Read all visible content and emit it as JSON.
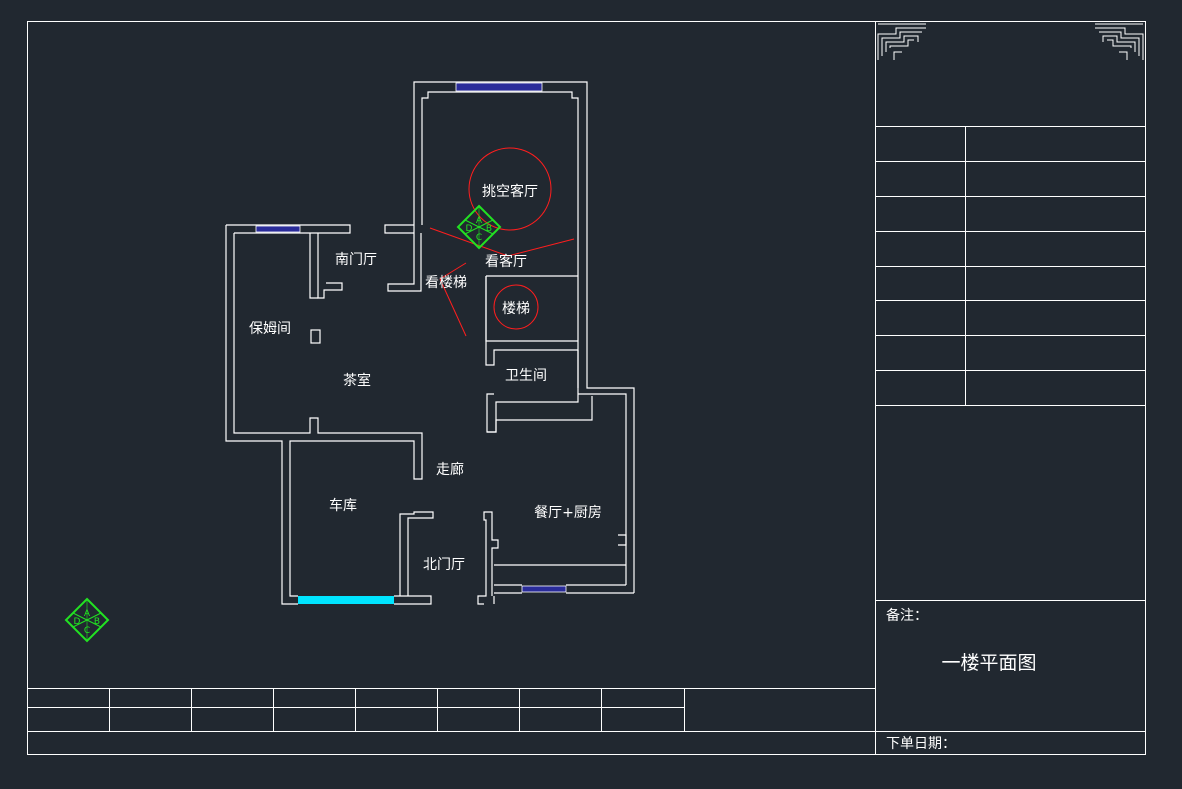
{
  "drawing": {
    "title": "一楼平面图",
    "notes_label": "备注：",
    "order_date_label": "下单日期：",
    "compass": {
      "a": "A",
      "b": "B",
      "c": "C",
      "d": "D"
    }
  },
  "rooms": {
    "living_void": "挑空客厅",
    "view_living": "看客厅",
    "south_foyer": "南门厅",
    "view_stairs": "看楼梯",
    "stairs": "楼梯",
    "nanny_room": "保姆间",
    "tea_room": "茶室",
    "bathroom": "卫生间",
    "corridor": "走廊",
    "garage": "车库",
    "dining_kitchen": "餐厅+厨房",
    "north_foyer": "北门厅"
  },
  "colors": {
    "background": "#212830",
    "lines": "#ffffff",
    "window": "#2a2c9a",
    "garage_door": "#00e5ff",
    "view_marks": "#ff1e1e",
    "compass": "#22e222"
  }
}
